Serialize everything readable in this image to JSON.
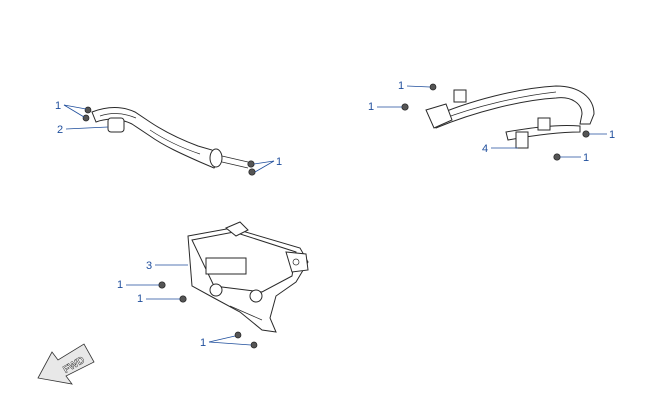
{
  "diagram": {
    "callouts": [
      {
        "id": "c1a",
        "label": "1"
      },
      {
        "id": "c2",
        "label": "2"
      },
      {
        "id": "c1b",
        "label": "1"
      },
      {
        "id": "c1c",
        "label": "1"
      },
      {
        "id": "c1d",
        "label": "1"
      },
      {
        "id": "c4",
        "label": "4"
      },
      {
        "id": "c1e",
        "label": "1"
      },
      {
        "id": "c1f",
        "label": "1"
      },
      {
        "id": "c3",
        "label": "3"
      },
      {
        "id": "c1g",
        "label": "1"
      },
      {
        "id": "c1h",
        "label": "1"
      },
      {
        "id": "c1i",
        "label": "1"
      }
    ],
    "direction_arrow": {
      "text": "FWD"
    },
    "colors": {
      "callout": "#1f4e9c",
      "line": "#2a2a2a"
    }
  }
}
